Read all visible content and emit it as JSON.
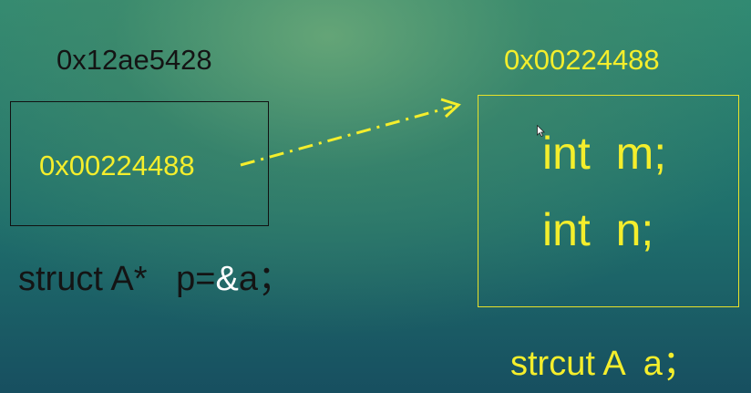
{
  "pointer": {
    "address": "0x12ae5428",
    "value": "0x00224488",
    "declaration": {
      "prefix": "struct A*   p=",
      "amp": "&",
      "suffix": "a；"
    }
  },
  "struct": {
    "address": "0x00224488",
    "members": [
      "int  m;",
      "int  n;"
    ],
    "declaration": "strcut A  a；"
  },
  "colors": {
    "highlight": "#f4ee2c",
    "dark_text": "#141414",
    "white_text": "#ffffff"
  },
  "icons": {
    "arrow": "dash-dot-arrow-icon",
    "cursor": "mouse-pointer-icon"
  }
}
